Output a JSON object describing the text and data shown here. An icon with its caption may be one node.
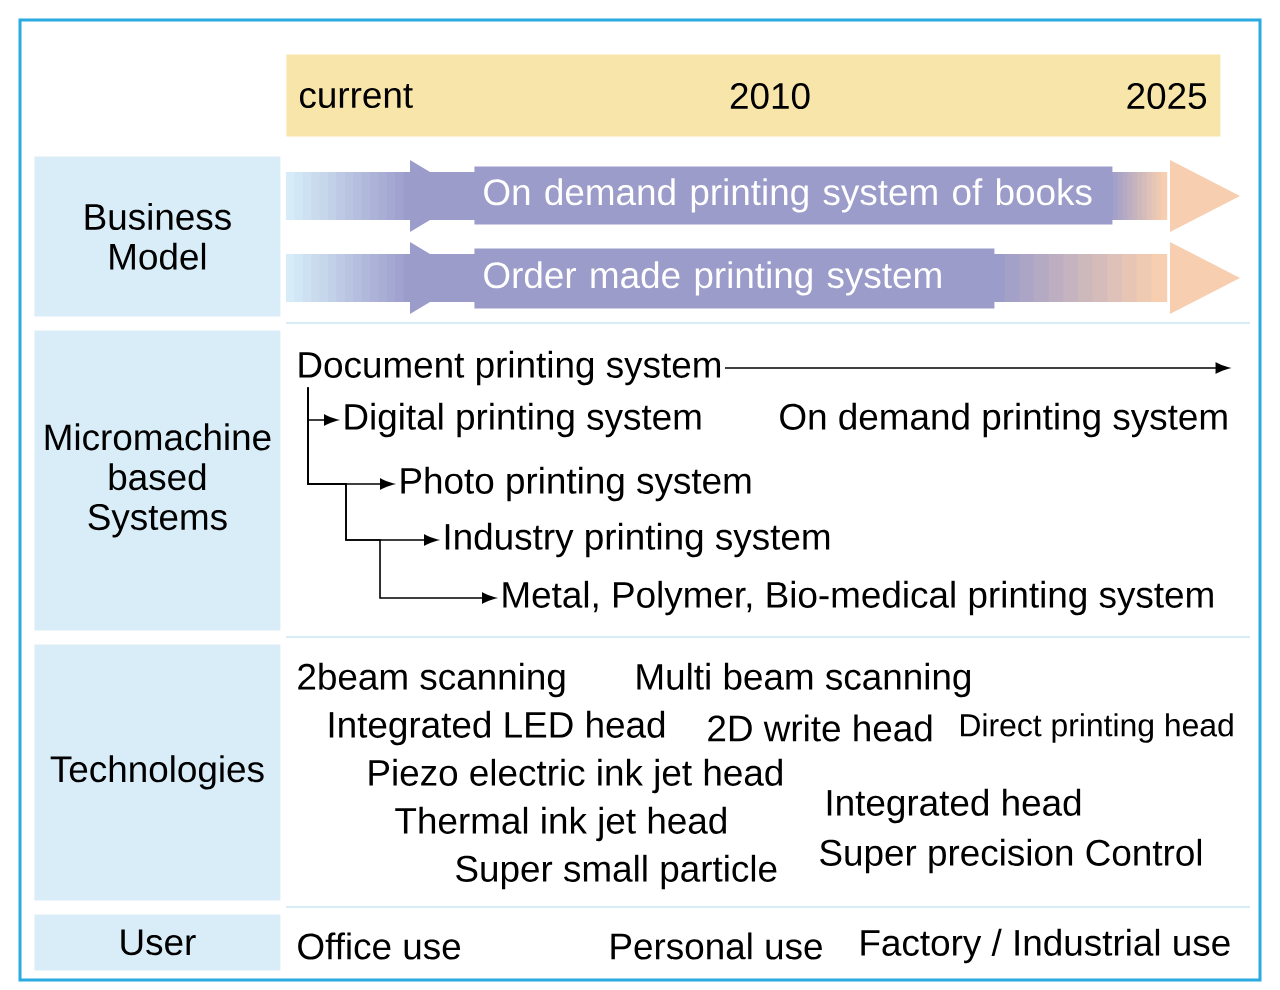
{
  "diagram": {
    "nodes": [
      {
        "text": [
          "current",
          "2010",
          "2025"
        ]
      },
      {
        "text": [
          "Business Model"
        ]
      },
      {
        "text": [
          "On demand printing system of books"
        ]
      },
      {
        "text": [
          "Order made printing system"
        ]
      },
      {
        "text": [
          "Micromachine based Systems"
        ]
      },
      {
        "text": [
          "Document printing system"
        ]
      },
      {
        "text": [
          "Digital printing system"
        ]
      },
      {
        "text": [
          "Photo printing system"
        ]
      },
      {
        "text": [
          "Industry printing system"
        ]
      },
      {
        "text": [
          "Metal, Polymer, Bio-medical printing system"
        ]
      },
      {
        "text": [
          "Technologies"
        ]
      },
      {
        "text": [
          "User"
        ]
      },
      {
        "text": [
          "On demand printing system"
        ]
      }
    ],
    "edges": [
      {
        "from": 5,
        "to": 12,
        "arrow": "to"
      },
      {
        "from": 5,
        "to": 6,
        "arrow": "to"
      },
      {
        "from": 5,
        "to": 7,
        "arrow": "to"
      },
      {
        "from": 5,
        "to": 8,
        "arrow": "to"
      },
      {
        "from": 5,
        "to": 9,
        "arrow": "to"
      }
    ],
    "labels": [
      "2beam scanning",
      "Multi beam scanning",
      "Integrated LED head",
      "2D write head",
      "Direct printing head",
      "Piezo electric ink jet head",
      "Integrated head",
      "Thermal ink jet head",
      "Super precision Control",
      "Super small particle",
      "Office use",
      "Personal use",
      "Factory / Industrial use"
    ]
  }
}
